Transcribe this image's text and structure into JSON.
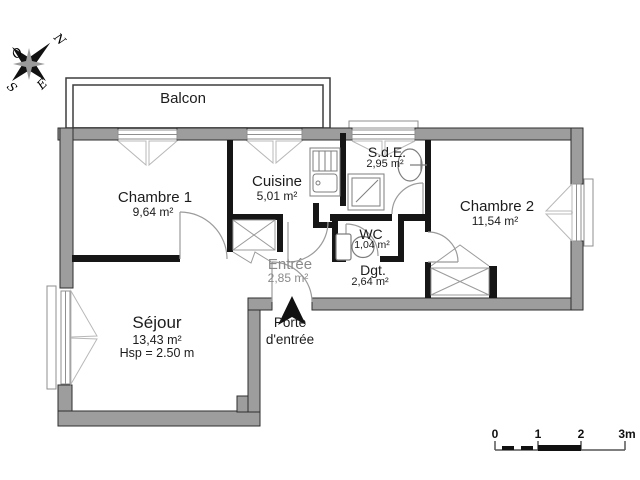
{
  "plan": {
    "balcony_label": "Balcon",
    "rooms": [
      {
        "id": "chambre1",
        "name": "Chambre 1",
        "area": "9,64 m²"
      },
      {
        "id": "cuisine",
        "name": "Cuisine",
        "area": "5,01 m²"
      },
      {
        "id": "sde",
        "name": "S.d.E.",
        "area": "2,95 m²"
      },
      {
        "id": "chambre2",
        "name": "Chambre 2",
        "area": "11,54 m²"
      },
      {
        "id": "wc",
        "name": "WC",
        "area": "1,04 m²"
      },
      {
        "id": "entree",
        "name": "Entrée",
        "area": "2,85 m²"
      },
      {
        "id": "dgt",
        "name": "Dgt.",
        "area": "2,64 m²"
      },
      {
        "id": "sejour",
        "name": "Séjour",
        "area": "13,43 m²",
        "ceiling_height": "Hsp = 2.50 m"
      }
    ],
    "entrance_door": {
      "line1": "Porte",
      "line2": "d'entrée"
    },
    "compass": {
      "north": "N",
      "west": "O",
      "south": "S",
      "east": "E"
    },
    "scale_bar": {
      "labels": [
        "0",
        "1",
        "2",
        "3m"
      ]
    },
    "colors": {
      "wall_gray": "#9d9d9d",
      "partition_black": "#161616",
      "line_gray": "#999999"
    }
  }
}
